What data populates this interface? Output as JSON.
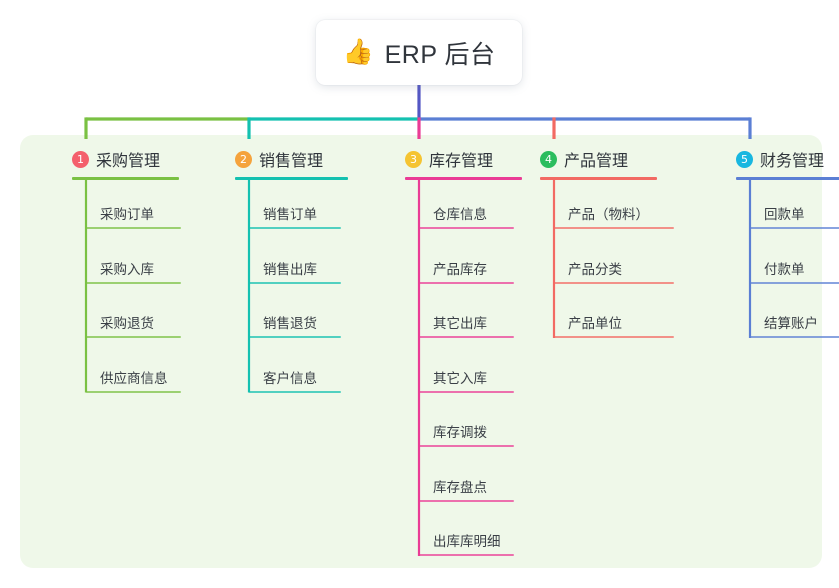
{
  "root": {
    "icon": "thumbs-up-icon",
    "icon_glyph": "👍",
    "title": "ERP 后台"
  },
  "palette": {
    "panel_bg": "#eff8e9",
    "page_bg": "#ffffff",
    "trunk": "#5457c4",
    "col1": "#7ac143",
    "col2": "#14c1b0",
    "col3": "#ea3c95",
    "col4": "#f26a63",
    "col5": "#5b7fd4",
    "badge1": "#f4606c",
    "badge2": "#f5a33c",
    "badge3": "#f5c431",
    "badge4": "#2bbd5e",
    "badge5": "#18b7e0"
  },
  "columns": [
    {
      "number": "1",
      "title": "采购管理",
      "badge_color": "#f4606c",
      "line_color": "#7ac143",
      "items": [
        "采购订单",
        "采购入库",
        "采购退货",
        "供应商信息"
      ]
    },
    {
      "number": "2",
      "title": "销售管理",
      "badge_color": "#f5a33c",
      "line_color": "#14c1b0",
      "items": [
        "销售订单",
        "销售出库",
        "销售退货",
        "客户信息"
      ]
    },
    {
      "number": "3",
      "title": "库存管理",
      "badge_color": "#f5c431",
      "line_color": "#ea3c95",
      "items": [
        "仓库信息",
        "产品库存",
        "其它出库",
        "其它入库",
        "库存调拨",
        "库存盘点",
        "出库库明细"
      ]
    },
    {
      "number": "4",
      "title": "产品管理",
      "badge_color": "#2bbd5e",
      "line_color": "#f26a63",
      "items": [
        "产品（物料）",
        "产品分类",
        "产品单位"
      ]
    },
    {
      "number": "5",
      "title": "财务管理",
      "badge_color": "#18b7e0",
      "line_color": "#5b7fd4",
      "items": [
        "回款单",
        "付款单",
        "结算账户"
      ]
    }
  ]
}
